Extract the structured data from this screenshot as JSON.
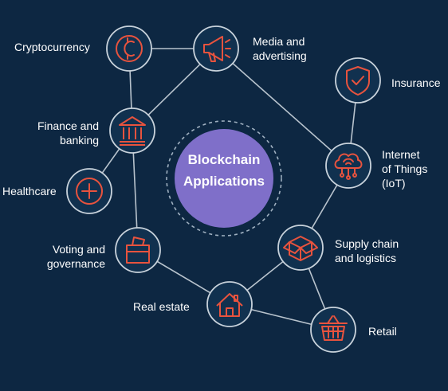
{
  "center": {
    "line1": "Blockchain",
    "line2": "Applications"
  },
  "nodes": {
    "cryptocurrency": {
      "label": "Cryptocurrency",
      "icon": "cryptocurrency-icon"
    },
    "media": {
      "label": "Media and\nadvertising",
      "icon": "megaphone-icon"
    },
    "insurance": {
      "label": "Insurance",
      "icon": "shield-check-icon"
    },
    "finance": {
      "label": "Finance and\nbanking",
      "icon": "bank-icon"
    },
    "iot": {
      "label": "Internet\nof Things\n(IoT)",
      "icon": "cloud-network-icon"
    },
    "healthcare": {
      "label": "Healthcare",
      "icon": "medical-cross-icon"
    },
    "voting": {
      "label": "Voting and\ngovernance",
      "icon": "ballot-box-icon"
    },
    "supply": {
      "label": "Supply chain\nand logistics",
      "icon": "package-box-icon"
    },
    "realestate": {
      "label": "Real estate",
      "icon": "house-icon"
    },
    "retail": {
      "label": "Retail",
      "icon": "shopping-basket-icon"
    }
  },
  "colors": {
    "background": "#0d2742",
    "node_fill": "#11314f",
    "node_stroke": "#c8d2db",
    "icon": "#e8533e",
    "connector": "#b8c3cd",
    "center_fill": "#7f6fc9",
    "center_ring": "#9fb0c0",
    "text": "#ffffff"
  }
}
